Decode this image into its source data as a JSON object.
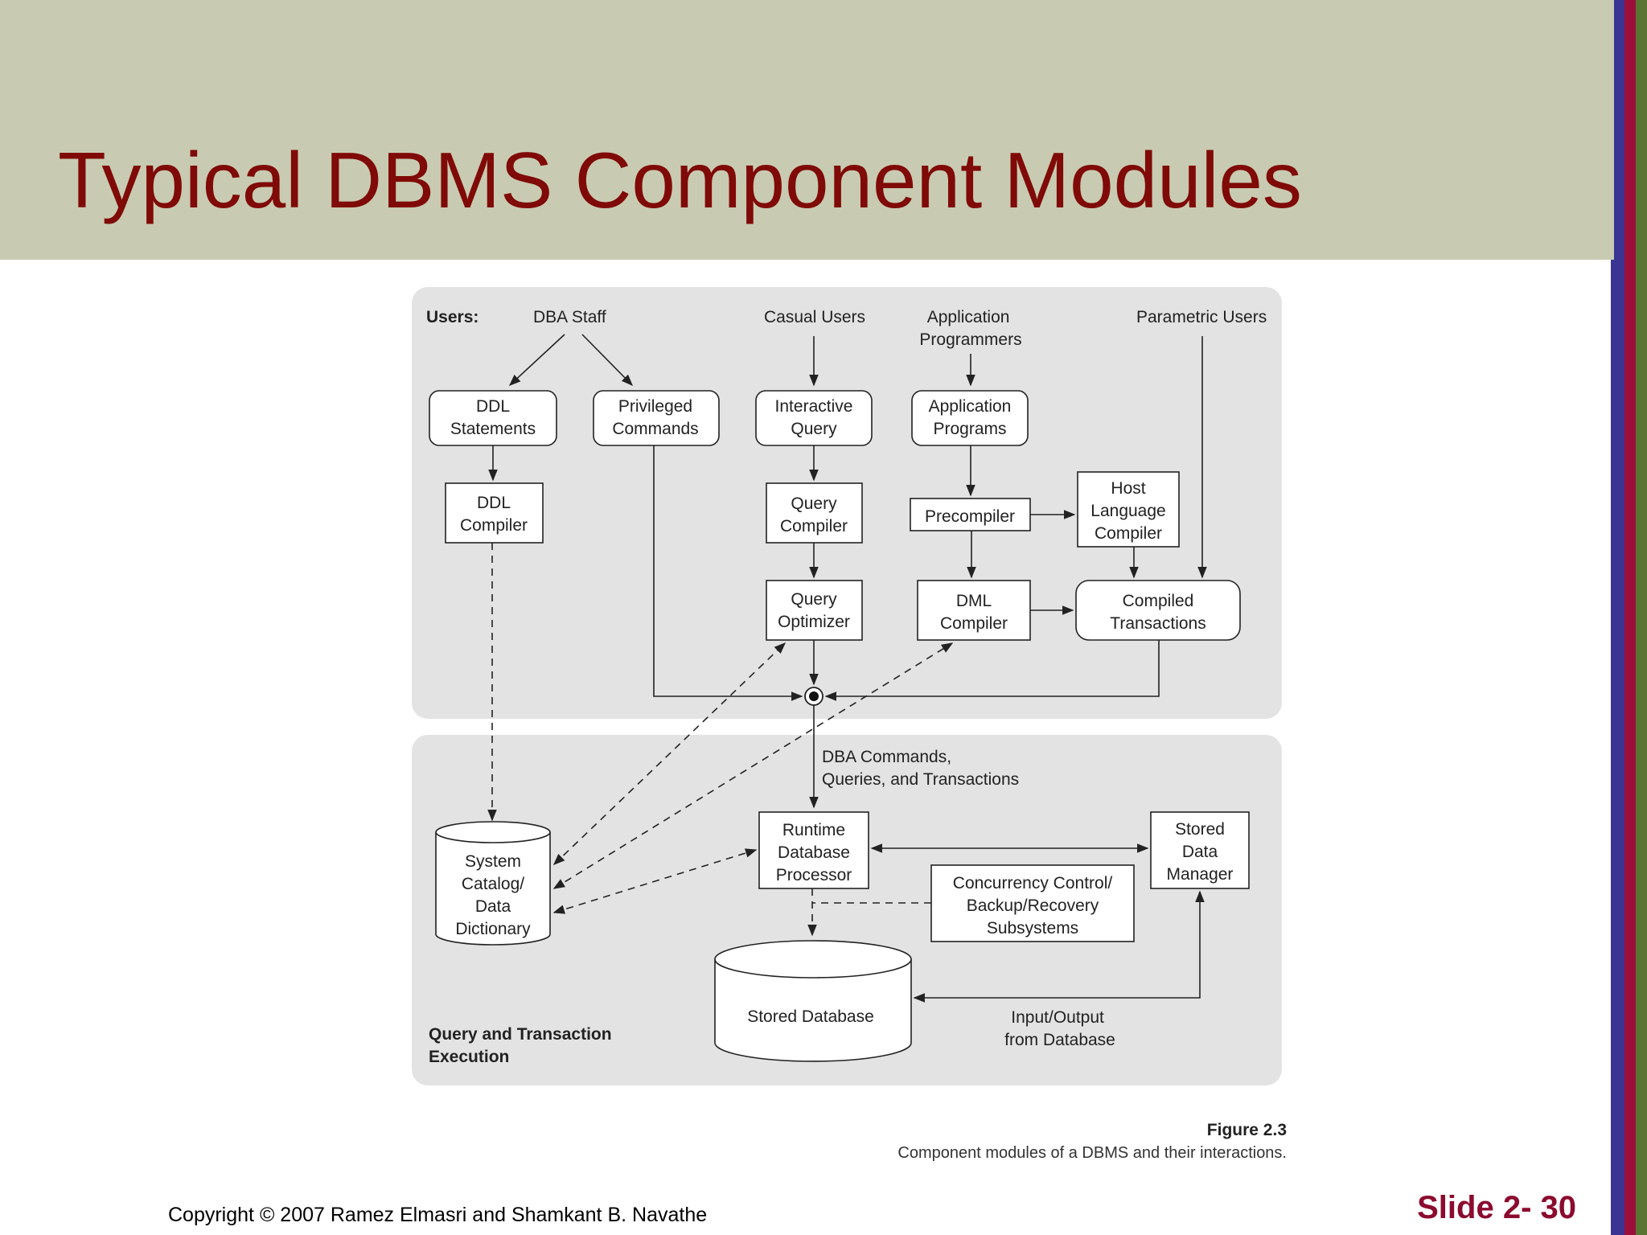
{
  "slide": {
    "title": "Typical DBMS Component Modules",
    "copyright": "Copyright © 2007 Ramez Elmasri and Shamkant B. Navathe",
    "slide_number": "Slide 2- 30"
  },
  "figure": {
    "caption_number": "Figure 2.3",
    "caption_text": "Component modules of a DBMS and their interactions.",
    "users_label": "Users:",
    "users": {
      "dba_staff": "DBA Staff",
      "casual_users": "Casual Users",
      "application_programmers": [
        "Application",
        "Programmers"
      ],
      "parametric_users": "Parametric Users"
    },
    "boxes": {
      "ddl_statements": [
        "DDL",
        "Statements"
      ],
      "privileged_commands": [
        "Privileged",
        "Commands"
      ],
      "interactive_query": [
        "Interactive",
        "Query"
      ],
      "application_programs": [
        "Application",
        "Programs"
      ],
      "ddl_compiler": [
        "DDL",
        "Compiler"
      ],
      "query_compiler": [
        "Query",
        "Compiler"
      ],
      "precompiler": [
        "Precompiler"
      ],
      "host_language_compiler": [
        "Host",
        "Language",
        "Compiler"
      ],
      "query_optimizer": [
        "Query",
        "Optimizer"
      ],
      "dml_compiler": [
        "DML",
        "Compiler"
      ],
      "compiled_transactions": [
        "Compiled",
        "Transactions"
      ],
      "system_catalog": [
        "System",
        "Catalog/",
        "Data",
        "Dictionary"
      ],
      "runtime_processor": [
        "Runtime",
        "Database",
        "Processor"
      ],
      "stored_data_manager": [
        "Stored",
        "Data",
        "Manager"
      ],
      "concurrency_control": [
        "Concurrency Control/",
        "Backup/Recovery",
        "Subsystems"
      ],
      "stored_database": [
        "Stored Database"
      ]
    },
    "labels": {
      "dba_commands": [
        "DBA Commands,",
        "Queries, and Transactions"
      ],
      "input_output": [
        "Input/Output",
        "from Database"
      ],
      "query_transaction_execution": [
        "Query and Transaction",
        "Execution"
      ]
    }
  },
  "colors": {
    "header_bg": "#c8cbb1",
    "title": "#7f0a07",
    "panel_bg": "#e3e3e3",
    "slide_number": "#8b0b2e"
  }
}
